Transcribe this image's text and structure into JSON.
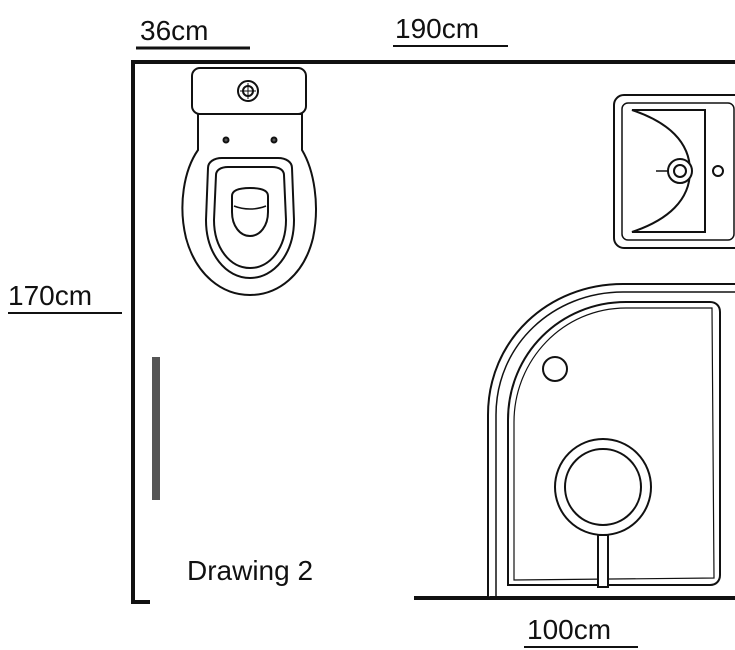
{
  "diagram": {
    "dimensions": {
      "toilet_width": "36cm",
      "room_width": "190cm",
      "room_depth": "170cm",
      "shower_opening": "100cm"
    },
    "caption": "Drawing 2",
    "colors": {
      "line": "#111111",
      "door": "#555555",
      "background": "#ffffff"
    },
    "fixtures": [
      "toilet-icon",
      "washbasin-icon",
      "shower-tray-icon",
      "door-icon"
    ]
  }
}
